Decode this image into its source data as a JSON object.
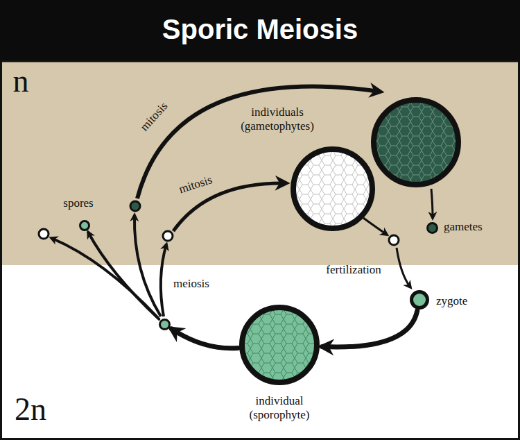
{
  "diagram": {
    "title": "Sporic Meiosis",
    "nodes": [
      {
        "text": [
          "spores"
        ]
      },
      {
        "text": [
          "gametes"
        ]
      },
      {
        "text": [
          "meiosis"
        ]
      },
      {
        "text": [
          "zygote"
        ]
      },
      {
        "text": [
          "individual (sporophyte)"
        ]
      }
    ],
    "edges": [
      {
        "from": 3,
        "to": 4,
        "arrow": "to"
      },
      {
        "from": 4,
        "to": 2,
        "arrow": "to"
      },
      {
        "from": 2,
        "to": 0,
        "arrow": "to"
      }
    ],
    "labels": [
      "n",
      "mitosis",
      "individuals (gametophytes)",
      "mitosis",
      "fertilization",
      "2n"
    ]
  }
}
